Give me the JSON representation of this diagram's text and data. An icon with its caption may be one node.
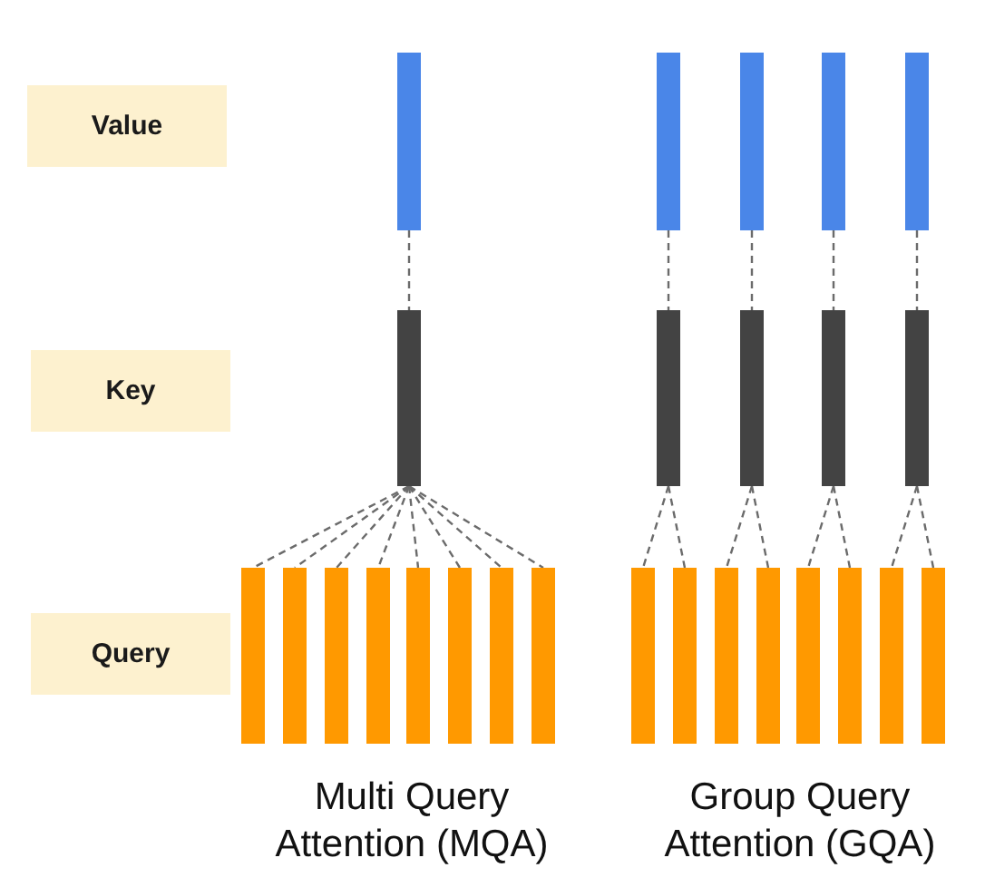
{
  "diagram": {
    "nodes": [
      {
        "text": [
          "Value"
        ]
      },
      {
        "text": [
          "Key"
        ]
      },
      {
        "text": [
          "Query"
        ]
      },
      {
        "text": [],
        "shape": "bar"
      },
      {
        "text": [],
        "shape": "bar"
      },
      {
        "text": [],
        "shape": "bar"
      },
      {
        "text": [],
        "shape": "bar"
      },
      {
        "text": [],
        "shape": "bar"
      },
      {
        "text": [],
        "shape": "bar"
      },
      {
        "text": [],
        "shape": "bar"
      },
      {
        "text": [],
        "shape": "bar"
      },
      {
        "text": [],
        "shape": "bar"
      },
      {
        "text": [],
        "shape": "bar"
      },
      {
        "text": [],
        "shape": "bar"
      },
      {
        "text": [],
        "shape": "bar"
      },
      {
        "text": [],
        "shape": "bar"
      },
      {
        "text": [],
        "shape": "bar"
      },
      {
        "text": [],
        "shape": "bar"
      },
      {
        "text": [],
        "shape": "bar"
      },
      {
        "text": [],
        "shape": "bar"
      },
      {
        "text": [],
        "shape": "bar"
      },
      {
        "text": [],
        "shape": "bar"
      },
      {
        "text": [],
        "shape": "bar"
      },
      {
        "text": [],
        "shape": "bar"
      },
      {
        "text": [],
        "shape": "bar"
      },
      {
        "text": [],
        "shape": "bar"
      },
      {
        "text": [],
        "shape": "bar"
      },
      {
        "text": [],
        "shape": "bar"
      },
      {
        "text": [],
        "shape": "bar"
      }
    ],
    "edges": [
      {
        "from": 3,
        "to": 4,
        "arrow": "none",
        "style": "dashed"
      },
      {
        "from": 4,
        "to": 5,
        "arrow": "none",
        "style": "dashed"
      },
      {
        "from": 4,
        "to": 6,
        "arrow": "none",
        "style": "dashed"
      },
      {
        "from": 4,
        "to": 7,
        "arrow": "none",
        "style": "dashed"
      },
      {
        "from": 4,
        "to": 8,
        "arrow": "none",
        "style": "dashed"
      },
      {
        "from": 4,
        "to": 9,
        "arrow": "none",
        "style": "dashed"
      },
      {
        "from": 4,
        "to": 10,
        "arrow": "none",
        "style": "dashed"
      },
      {
        "from": 4,
        "to": 11,
        "arrow": "none",
        "style": "dashed"
      },
      {
        "from": 4,
        "to": 12,
        "arrow": "none",
        "style": "dashed"
      },
      {
        "from": 13,
        "to": 17,
        "arrow": "none",
        "style": "dashed"
      },
      {
        "from": 14,
        "to": 18,
        "arrow": "none",
        "style": "dashed"
      },
      {
        "from": 15,
        "to": 19,
        "arrow": "none",
        "style": "dashed"
      },
      {
        "from": 16,
        "to": 20,
        "arrow": "none",
        "style": "dashed"
      },
      {
        "from": 17,
        "to": 21,
        "arrow": "none",
        "style": "dashed"
      },
      {
        "from": 17,
        "to": 22,
        "arrow": "none",
        "style": "dashed"
      },
      {
        "from": 18,
        "to": 23,
        "arrow": "none",
        "style": "dashed"
      },
      {
        "from": 18,
        "to": 24,
        "arrow": "none",
        "style": "dashed"
      },
      {
        "from": 19,
        "to": 25,
        "arrow": "none",
        "style": "dashed"
      },
      {
        "from": 19,
        "to": 26,
        "arrow": "none",
        "style": "dashed"
      },
      {
        "from": 20,
        "to": 27,
        "arrow": "none",
        "style": "dashed"
      },
      {
        "from": 20,
        "to": 28,
        "arrow": "none",
        "style": "dashed"
      }
    ],
    "labels": [
      "Multi Query Attention (MQA)",
      "Group Query Attention (GQA)"
    ]
  }
}
